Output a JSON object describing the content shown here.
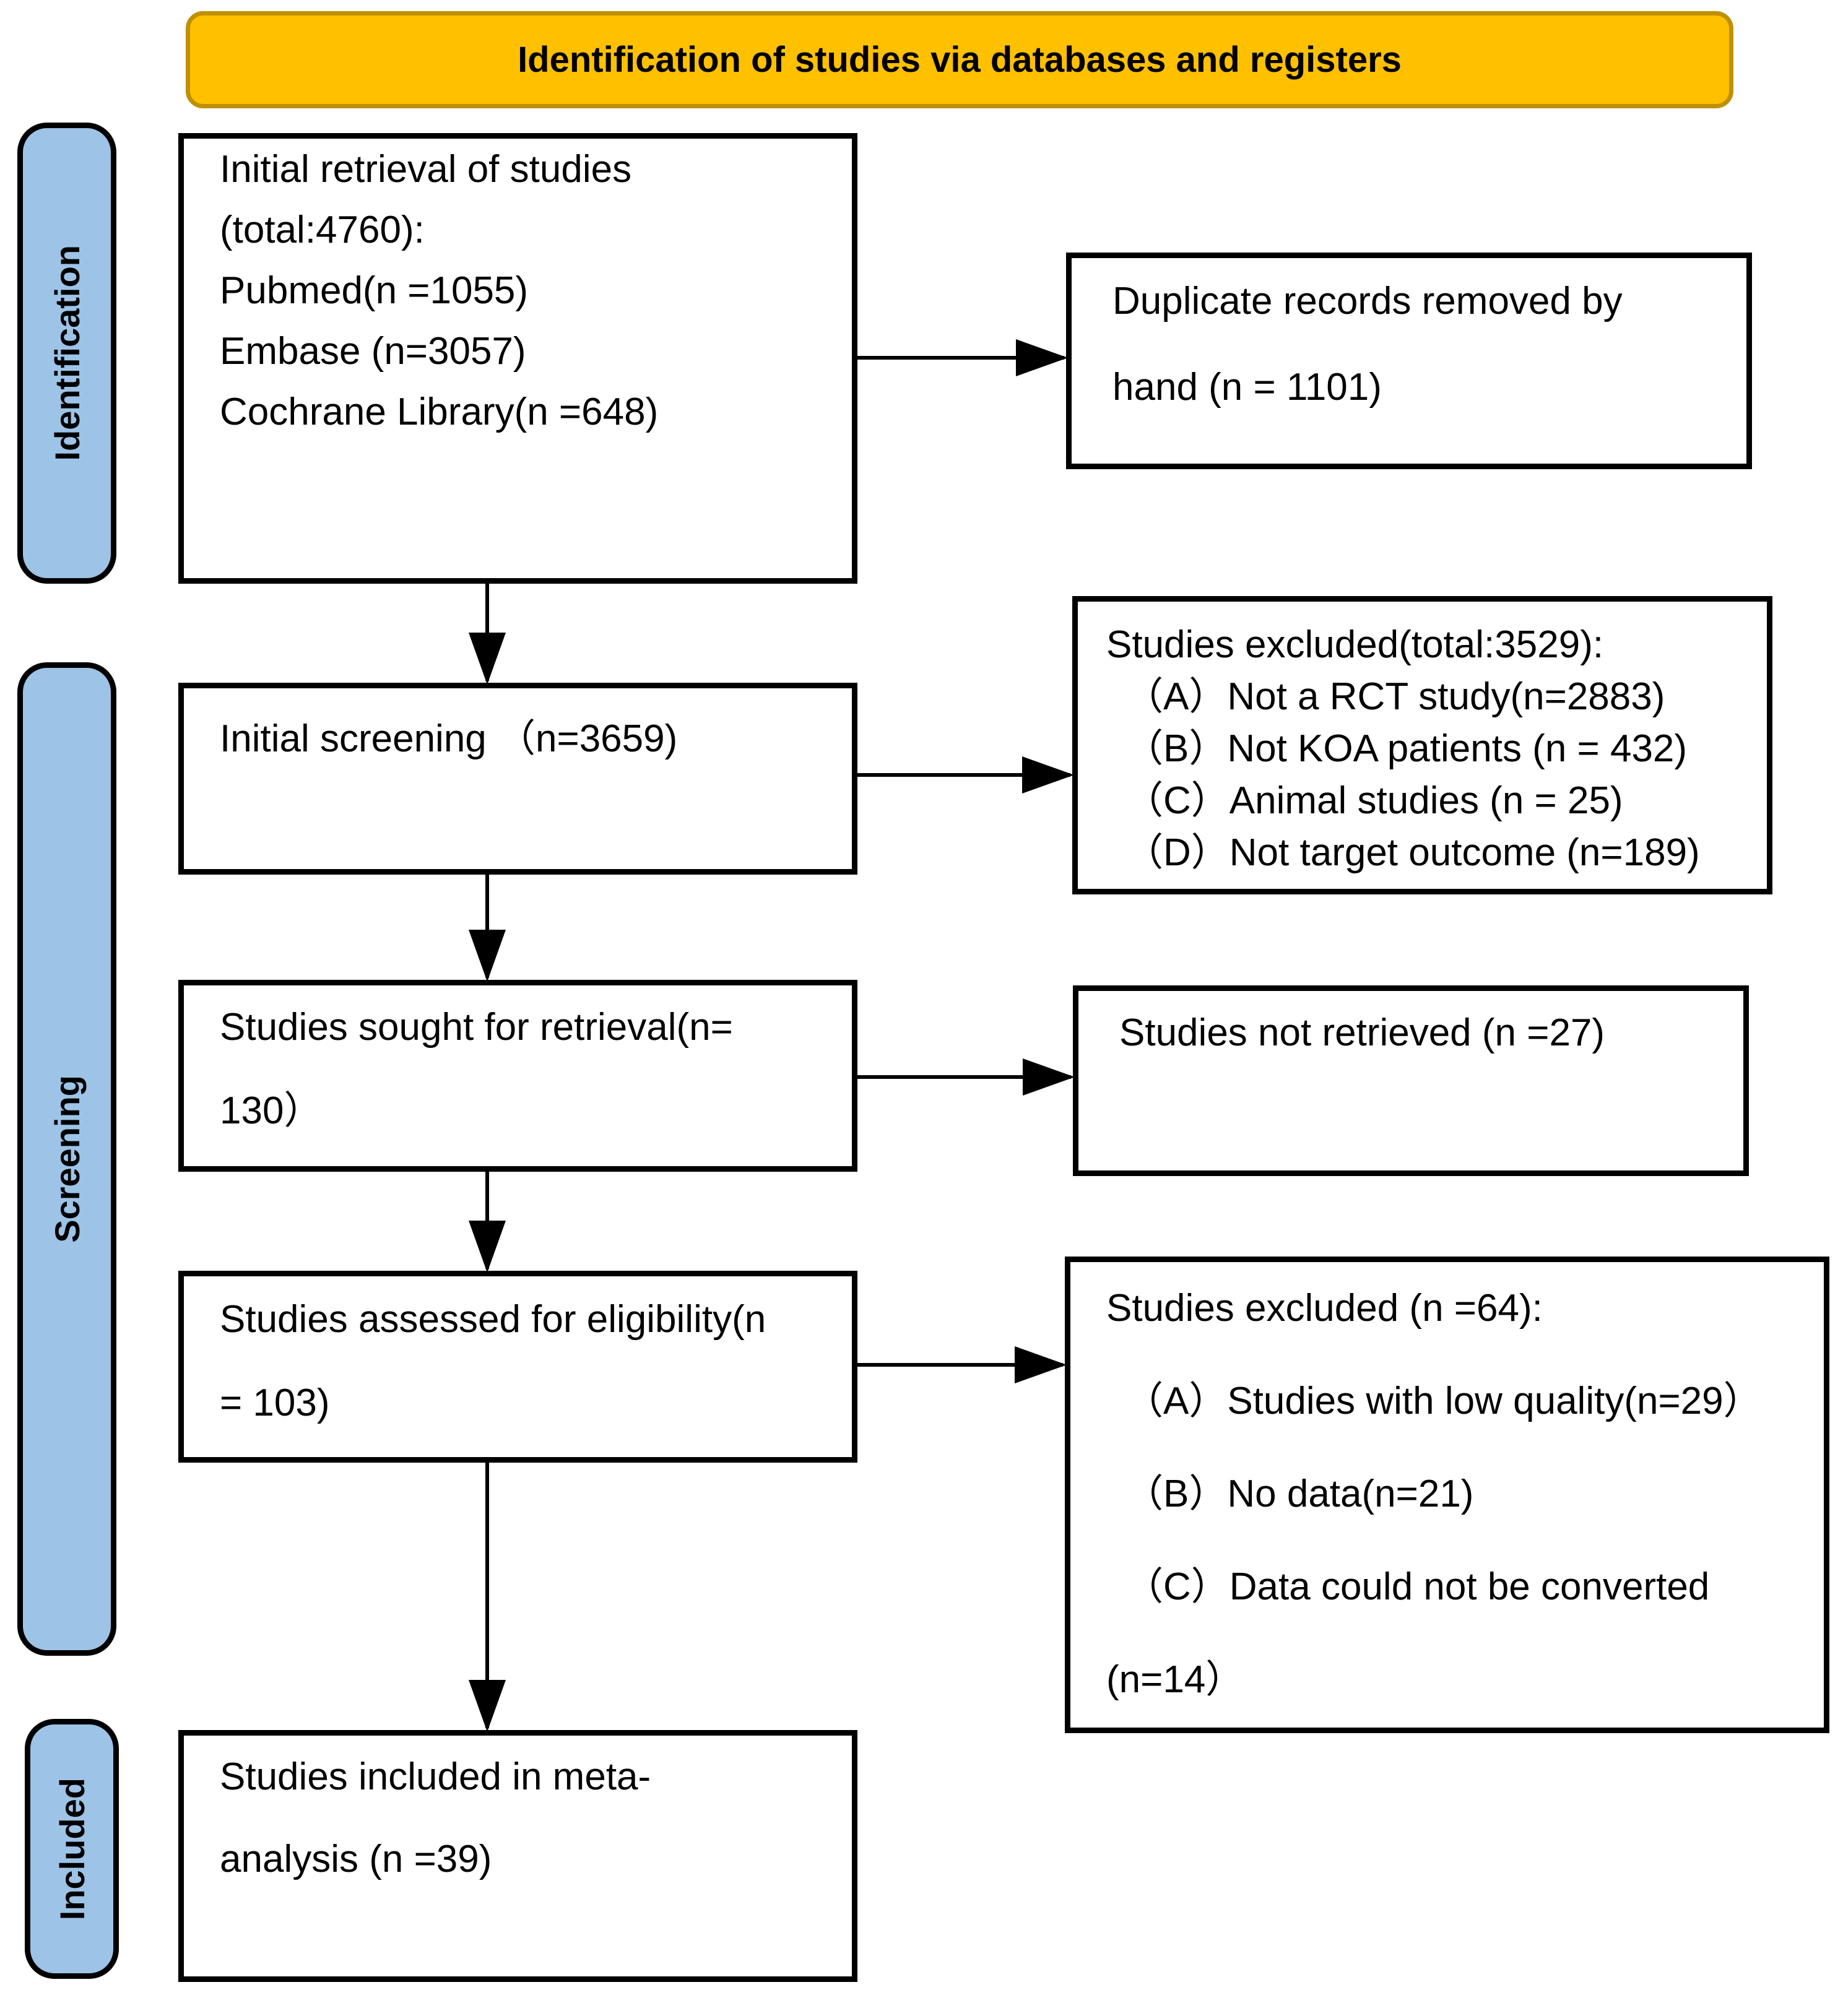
{
  "header": {
    "title": "Identification of studies via databases and registers"
  },
  "stages": {
    "identification": "Identification",
    "screening": "Screening",
    "included": "Included"
  },
  "flow": {
    "initial_retrieval": {
      "lines": [
        "Initial retrieval of studies",
        "(total:4760):",
        "Pubmed(n =1055)",
        "Embase (n=3057)",
        "Cochrane Library(n =648)"
      ]
    },
    "initial_screening": {
      "lines": [
        "Initial screening （n=3659)"
      ]
    },
    "sought_for_retrieval": {
      "lines": [
        "Studies sought for retrieval(n=",
        "130）"
      ]
    },
    "assessed_for_eligibility": {
      "lines": [
        "Studies assessed for eligibility(n",
        "= 103)"
      ]
    },
    "included_in_meta": {
      "lines": [
        "Studies included in meta-",
        "analysis (n =39)"
      ]
    }
  },
  "side": {
    "duplicates_removed": {
      "lines": [
        "Duplicate records removed by",
        "hand (n = 1101)"
      ]
    },
    "excluded_screening": {
      "lines": [
        "Studies excluded(total:3529):",
        "（A）Not a RCT study(n=2883)",
        "（B）Not KOA patients (n = 432)",
        "（C）Animal studies (n = 25)",
        "（D）Not target outcome (n=189)"
      ]
    },
    "not_retrieved": {
      "lines": [
        "Studies not retrieved (n =27)"
      ]
    },
    "excluded_eligibility": {
      "lines": [
        "Studies excluded (n =64):",
        "（A）Studies with low quality(n=29）",
        "（B）No data(n=21)",
        "（C）Data could not be converted",
        "(n=14）"
      ]
    }
  },
  "colors": {
    "header_fill": "#FFC000",
    "header_border": "#BF9000",
    "stage_fill": "#9DC3E6",
    "line_color": "#000000"
  }
}
